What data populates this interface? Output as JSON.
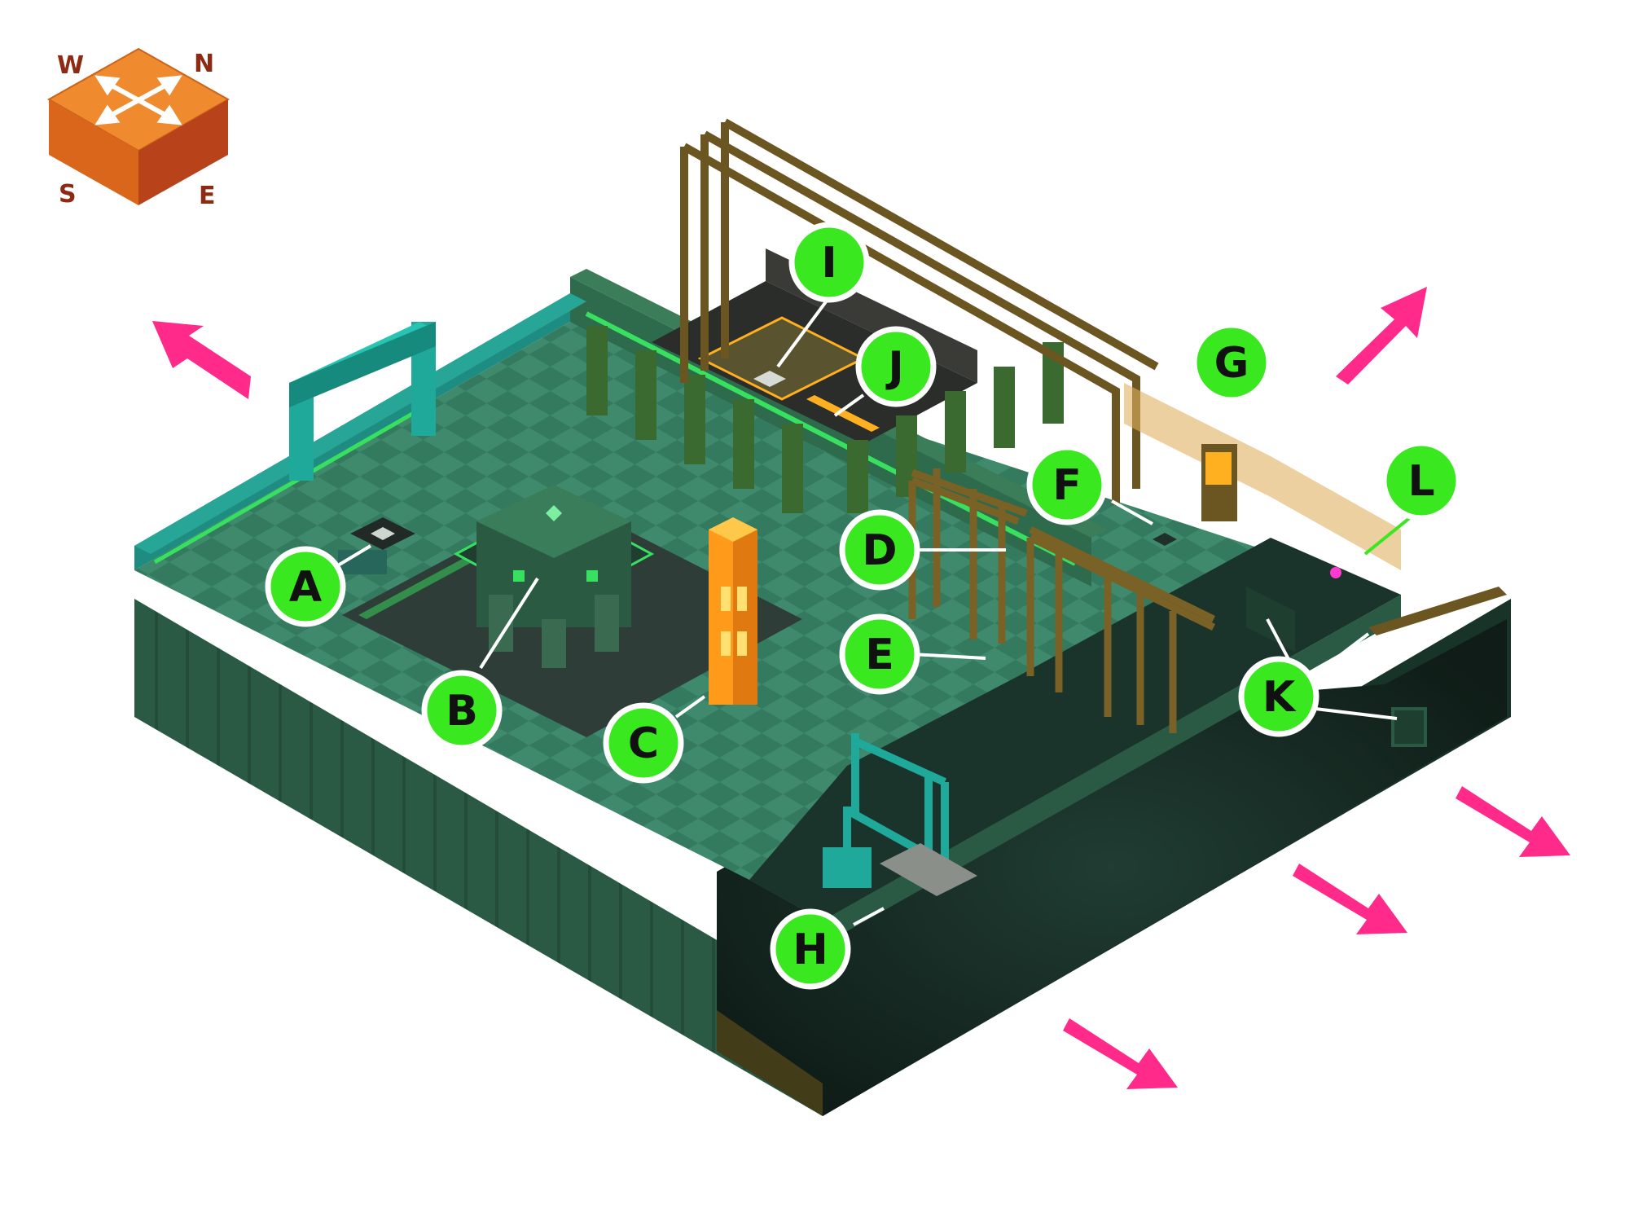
{
  "compass": {
    "labels": {
      "north": "N",
      "east": "E",
      "south": "S",
      "west": "W"
    },
    "top_color": "#f08a2e",
    "side_left_color": "#d9661a",
    "side_right_color": "#b8431a",
    "label_color": "#8c2a14"
  },
  "colors": {
    "floor_a": "#3f8a6c",
    "floor_b": "#2f6e55",
    "wall_side": "#2a5a44",
    "wall_dark": "#1e3f30",
    "pit": "#14261f",
    "fence": "#6b5520",
    "fence_dark": "#3f3212",
    "neon": "#38e060",
    "teal": "#1fa99a",
    "amber": "#ffb020",
    "arrow": "#ff2a8a",
    "callout_fill": "#39e81e",
    "callout_ring": "#ffffff",
    "callout_text": "#111111",
    "leader_line": "#ffffff"
  },
  "callouts": [
    {
      "id": "A",
      "label": "A",
      "feature": "floor-switch"
    },
    {
      "id": "B",
      "label": "B",
      "feature": "guardian-statue"
    },
    {
      "id": "C",
      "label": "C",
      "feature": "glowing-pillar"
    },
    {
      "id": "D",
      "label": "D",
      "feature": "fence-cage"
    },
    {
      "id": "E",
      "label": "E",
      "feature": "fence-cage"
    },
    {
      "id": "F",
      "label": "F",
      "feature": "floor-plate"
    },
    {
      "id": "G",
      "label": "G",
      "feature": "lantern-post"
    },
    {
      "id": "H",
      "label": "H",
      "feature": "crane-machine"
    },
    {
      "id": "I",
      "label": "I",
      "feature": "raised-switch"
    },
    {
      "id": "J",
      "label": "J",
      "feature": "glowing-gate"
    },
    {
      "id": "K",
      "label": "K",
      "feature": "ledge-passages"
    },
    {
      "id": "L",
      "label": "L",
      "feature": "pink-marker"
    }
  ],
  "exits": [
    {
      "id": "exit-northwest",
      "direction": "northwest"
    },
    {
      "id": "exit-northeast",
      "direction": "northeast"
    },
    {
      "id": "exit-southeast-1",
      "direction": "southeast"
    },
    {
      "id": "exit-southeast-2",
      "direction": "southeast"
    },
    {
      "id": "exit-southeast-3",
      "direction": "southeast"
    }
  ]
}
